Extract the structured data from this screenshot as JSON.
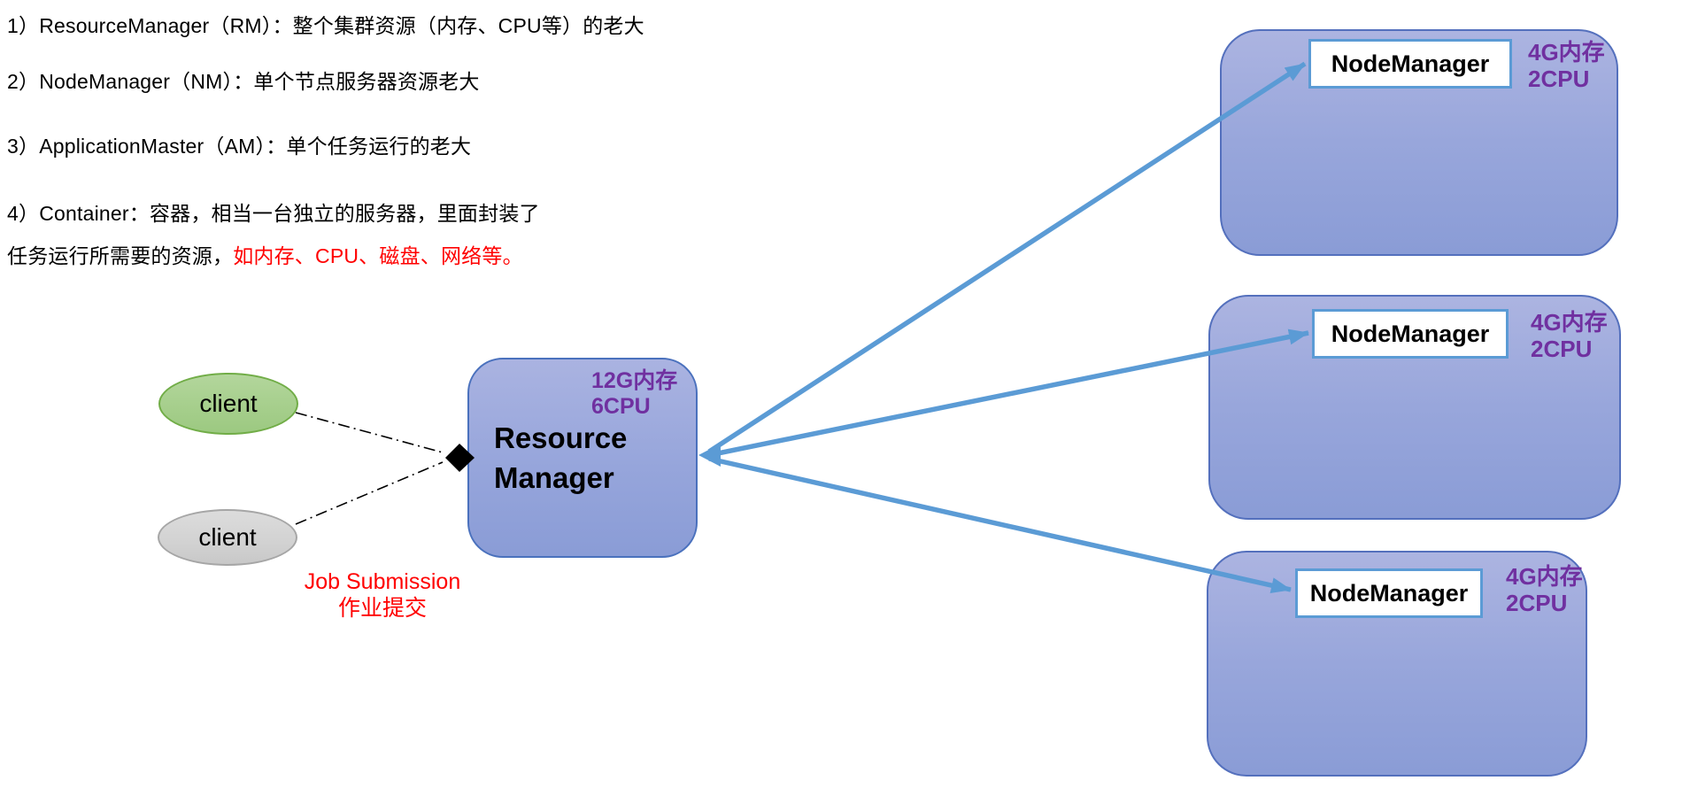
{
  "notes": [
    {
      "black": "1）ResourceManager（RM）：整个集群资源（内存、CPU等）的老大",
      "red": ""
    },
    {
      "black": "2）NodeManager（NM）：单个节点服务器资源老大",
      "red": ""
    },
    {
      "black": "3）ApplicationMaster（AM）：单个任务运行的老大",
      "red": ""
    },
    {
      "black": "4）Container：容器，相当一台独立的服务器，里面封装了",
      "red": ""
    },
    {
      "black": "任务运行所需要的资源，",
      "red": "如内存、CPU、磁盘、网络等。"
    }
  ],
  "clients": [
    {
      "label": "client"
    },
    {
      "label": "client"
    }
  ],
  "job_submission": {
    "line1": "Job Submission",
    "line2": "作业提交"
  },
  "resource_manager": {
    "spec_memory": "12G内存",
    "spec_cpu": "6CPU",
    "title_line1": "Resource",
    "title_line2": "Manager"
  },
  "node_managers": [
    {
      "label": "NodeManager",
      "spec_memory": "4G内存",
      "spec_cpu": "2CPU"
    },
    {
      "label": "NodeManager",
      "spec_memory": "4G内存",
      "spec_cpu": "2CPU"
    },
    {
      "label": "NodeManager",
      "spec_memory": "4G内存",
      "spec_cpu": "2CPU"
    }
  ],
  "colors": {
    "arrow_blue": "#5b9bd5",
    "purple_text": "#7030a0",
    "red_text": "#ff0000",
    "node_fill_top": "#acb4e1",
    "node_fill_bottom": "#8a9cd6",
    "node_border": "#5470bd",
    "label_border": "#5b9bd5",
    "client_green_fill": "#a5ce8b",
    "client_green_border": "#71ad47",
    "client_gray_fill": "#d2d2d2",
    "client_gray_border": "#a6a6a6"
  }
}
